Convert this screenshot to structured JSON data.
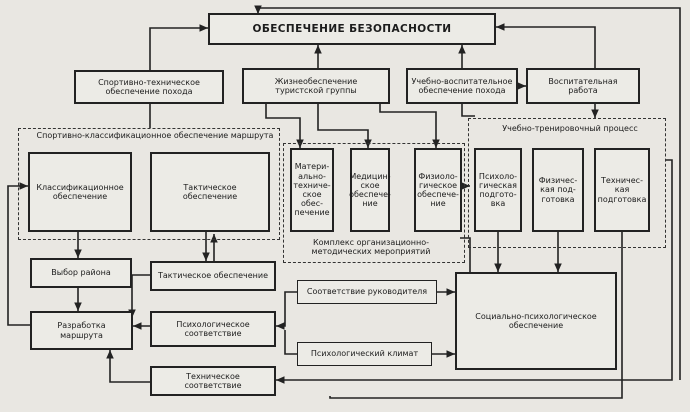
{
  "title": "ОБЕСПЕЧЕНИЕ БЕЗОПАСНОСТИ",
  "top_row": {
    "sport_tech": "Спортивно-техническое\nобеспечение похода",
    "life_support": "Жизнеобеспечение\nтуристской группы",
    "edu_support": "Учебно-воспитательное\nобеспечение похода",
    "upbringing": "Воспитательная\nработа"
  },
  "zones": {
    "classification": "Спортивно-классификационное обеспечение маршрута",
    "complex": "Комплекс организационно-\nметодических мероприятий",
    "training": "Учебно-тренировочный процесс"
  },
  "classification": {
    "class_support": "Классификационное\nобеспечение",
    "tactical": "Тактическое\nобеспечение"
  },
  "complex": {
    "material": "Матери-\nально-\nтехниче-\nское обес-\nпечение",
    "medical": "Медицин-\nское\nобеспече-\nние",
    "physio": "Физиоло-\nгическое\nобеспече-\nние"
  },
  "training": {
    "psych_prep": "Психоло-\nгическая\nподгото-\nвка",
    "physical_prep": "Физичес-\nкая под-\nготовка",
    "technical_prep": "Техничес-\nкая\nподготовка"
  },
  "lower": {
    "region": "Выбор района",
    "tactical2": "Тактическое обеспечение",
    "route": "Разработка\nмаршрута",
    "psych_fit": "Психологическое\nсоответствие",
    "tech_fit": "Техническое\nсоответствие",
    "leader_fit": "Соответствие руководителя",
    "climate": "Психологический климат",
    "social": "Социально-психологическое\nобеспечение"
  }
}
